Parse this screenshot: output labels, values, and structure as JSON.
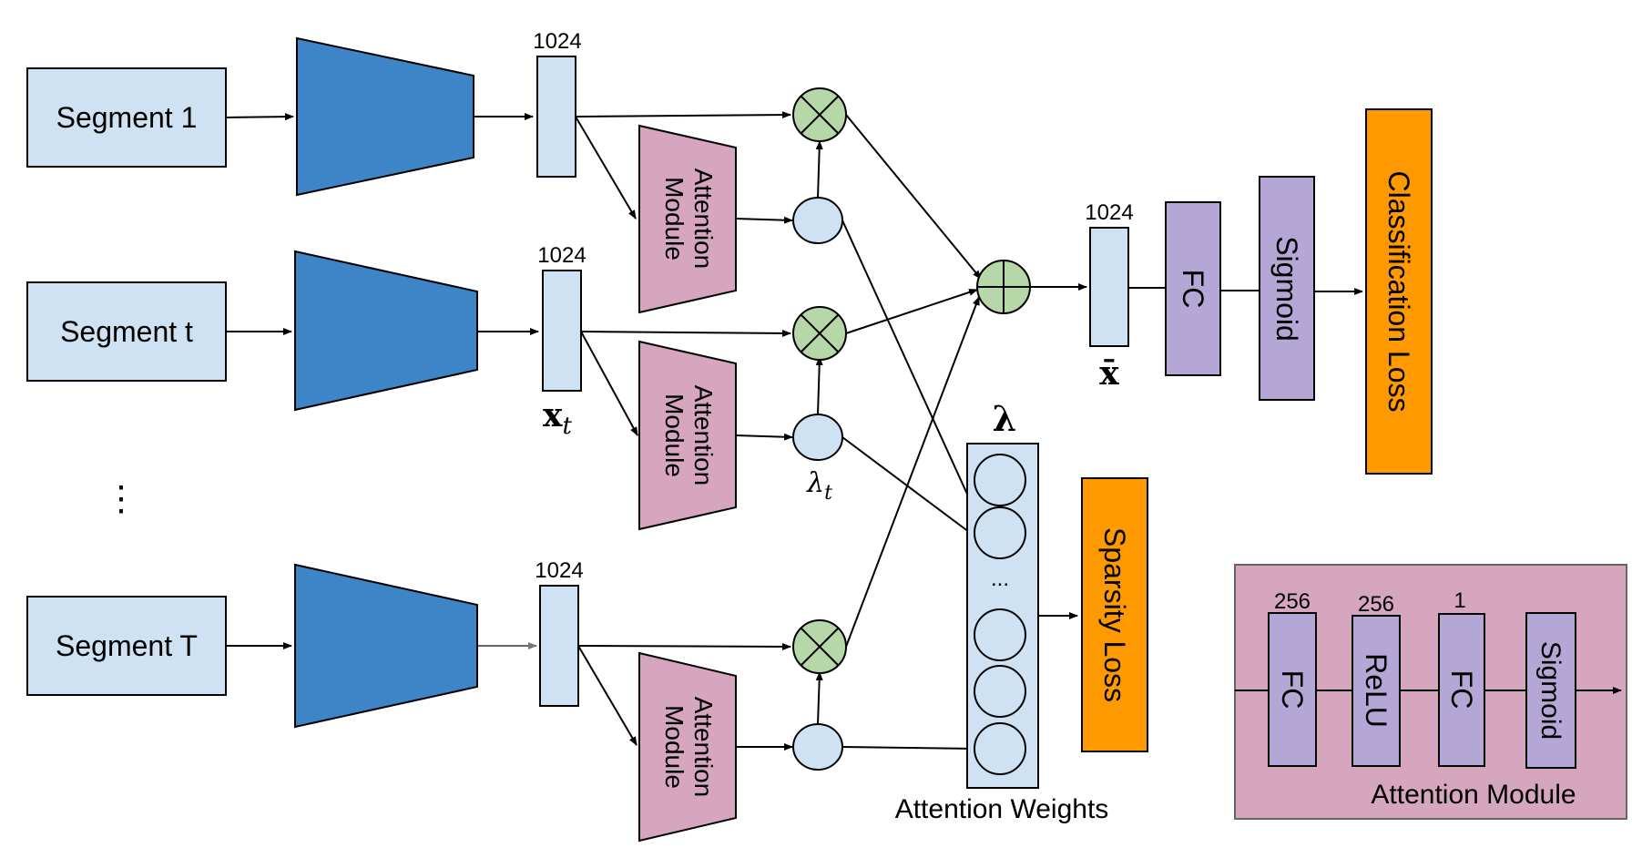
{
  "segments": [
    "Segment 1",
    "Segment t",
    "Segment T"
  ],
  "ellipsis": "⋮",
  "feature_dim": "1024",
  "attention_module_label": [
    "Attention",
    "Module"
  ],
  "x_t_label": "x",
  "x_t_sub": "t",
  "lambda_t_label": "λ",
  "lambda_t_sub": "t",
  "lambda_label": "λ",
  "attention_weights_label": "Attention Weights",
  "weights_ellipsis": "...",
  "x_bar_label": "x̄",
  "fc_label": "FC",
  "sigmoid_label": "Sigmoid",
  "classification_loss_label": "Classification Loss",
  "sparsity_loss_label": "Sparsity Loss",
  "inset": {
    "title": "Attention Module",
    "dims": [
      "256",
      "256",
      "1"
    ],
    "blocks": [
      "FC",
      "ReLU",
      "FC",
      "Sigmoid"
    ]
  },
  "colors": {
    "segment_fill": "#cfe2f3",
    "encoder_fill": "#3d85c6",
    "feature_fill": "#cfe2f3",
    "attention_fill": "#d5a6bd",
    "op_fill": "#b6d7a8",
    "weight_fill": "#cfe2f3",
    "fc_fill": "#b4a7d6",
    "loss_fill": "#ff9900"
  }
}
